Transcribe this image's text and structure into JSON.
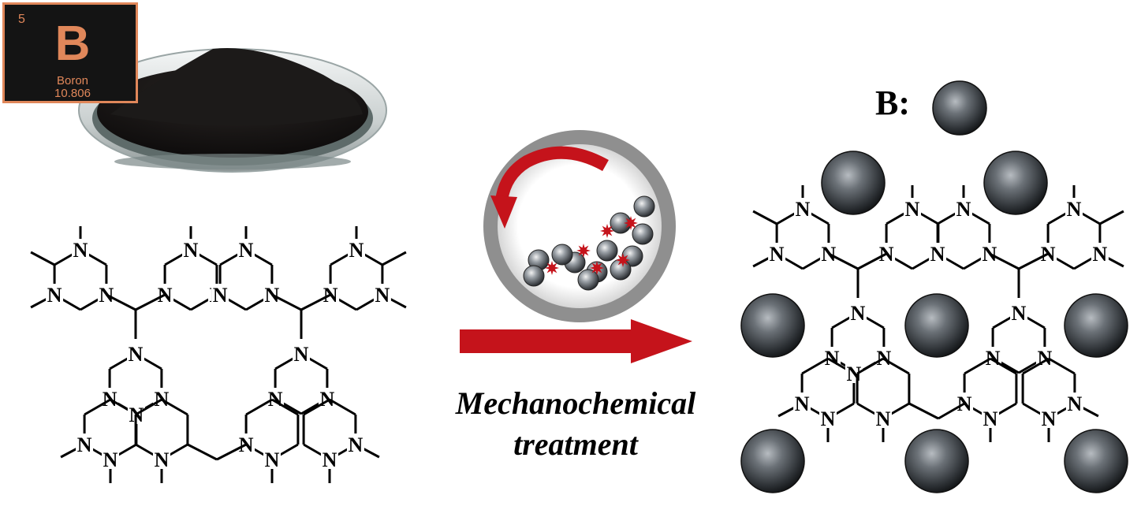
{
  "element_card": {
    "number": "5",
    "symbol": "B",
    "name": "Boron",
    "mass": "10.806"
  },
  "structure_atom_label": "N",
  "process": {
    "line1": "Mechanochemical",
    "line2": "treatment"
  },
  "legend": {
    "label": "B:"
  },
  "colors": {
    "arrow": "#c5131b",
    "card_bg": "#141414",
    "card_text": "#e0875a",
    "ring": "#8a8a8a",
    "sphere": "#555a60"
  }
}
